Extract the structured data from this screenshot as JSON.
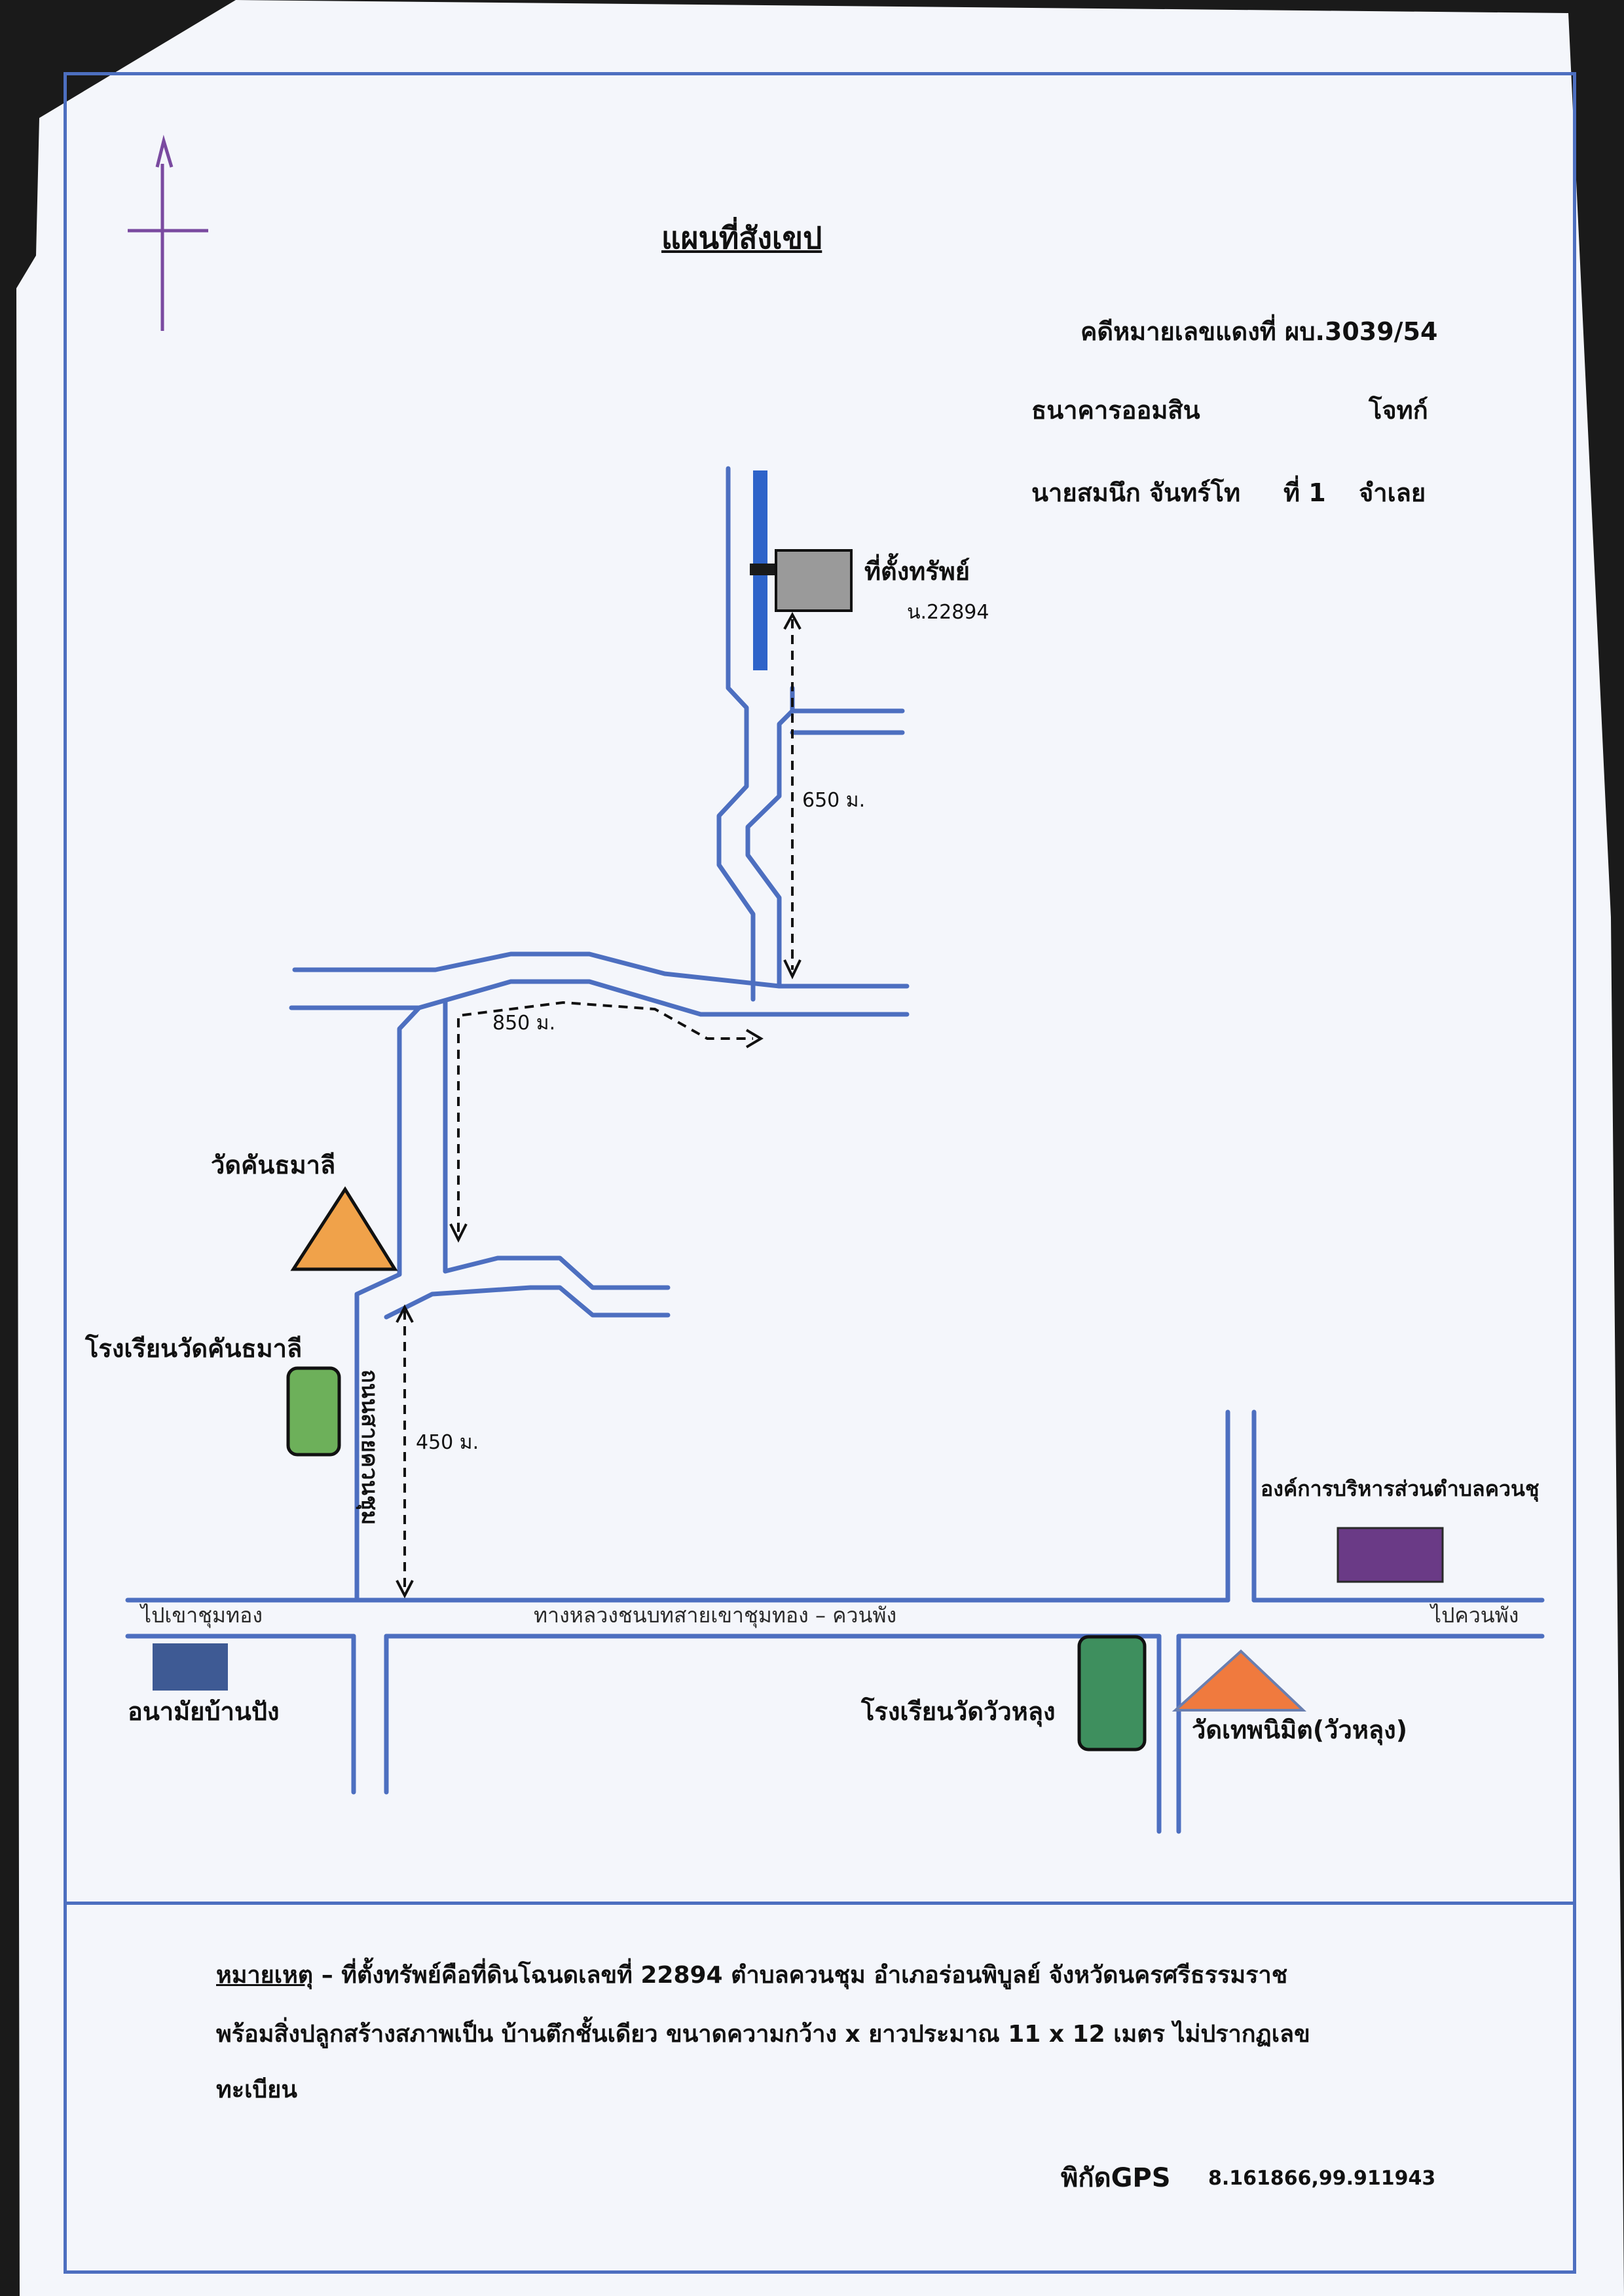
{
  "title": "แผนที่สังเขป",
  "case": {
    "number": "คดีหมายเลขแดงที่ ผบ.3039/54",
    "plaintiff_name": "ธนาคารออมสิน",
    "plaintiff_role": "โจทก์",
    "defendant_name": "นายสมนึก จันทร์โท",
    "defendant_no": "ที่ 1",
    "defendant_role": "จำเลย"
  },
  "map": {
    "property": {
      "label": "ที่ตั้งทรัพย์",
      "deed": "น.22894",
      "color": "#9a9a9a"
    },
    "distances": {
      "d650": "650 ม.",
      "d850": "850 ม.",
      "d450": "450 ม."
    },
    "landmarks": {
      "wat_khan": {
        "label": "วัดคันธมาลี",
        "color": "#f0a24a",
        "icon": "temple-triangle"
      },
      "school_khan": {
        "label": "โรงเรียนวัดคันธมาลี",
        "color": "#6db05a",
        "icon": "school-rect"
      },
      "anamai": {
        "label": "อนามัยบ้านปัง",
        "color": "#3e5a94",
        "icon": "health-rect"
      },
      "school_wua": {
        "label": "โรงเรียนวัดวัวหลุง",
        "color": "#3e8f5e",
        "icon": "school-rect"
      },
      "wat_thep": {
        "label": "วัดเทพนิมิต(วัวหลุง)",
        "color": "#f07a3e",
        "icon": "temple-triangle"
      },
      "obt": {
        "label": "องค์การบริหารส่วนตำบลควนชุ",
        "color": "#6a3a86",
        "icon": "office-rect"
      }
    },
    "roads": {
      "main_highway": "ทางหลวงชนบทสายเขาชุมทอง – ควนพัง",
      "to_khao": "ไปเขาชุมทอง",
      "to_khuan": "ไปควนพัง",
      "side_road": "ถนนสายควนชุม"
    },
    "colors": {
      "road": "#4d6fc0",
      "canal": "#2e63c9",
      "frame": "#4d6fc0"
    }
  },
  "note": {
    "label": "หมายเหตุ",
    "line1": "– ที่ตั้งทรัพย์คือที่ดินโฉนดเลขที่ 22894 ตำบลควนชุม อำเภอร่อนพิบูลย์ จังหวัดนครศรีธรรมราช",
    "line2": "พร้อมสิ่งปลูกสร้างสภาพเป็น บ้านตึกชั้นเดียว ขนาดความกว้าง x ยาวประมาณ 11 x 12 เมตร ไม่ปรากฏเลข",
    "line3": "ทะเบียน"
  },
  "gps": {
    "label": "พิกัดGPS",
    "value": "8.161866,99.911943"
  }
}
